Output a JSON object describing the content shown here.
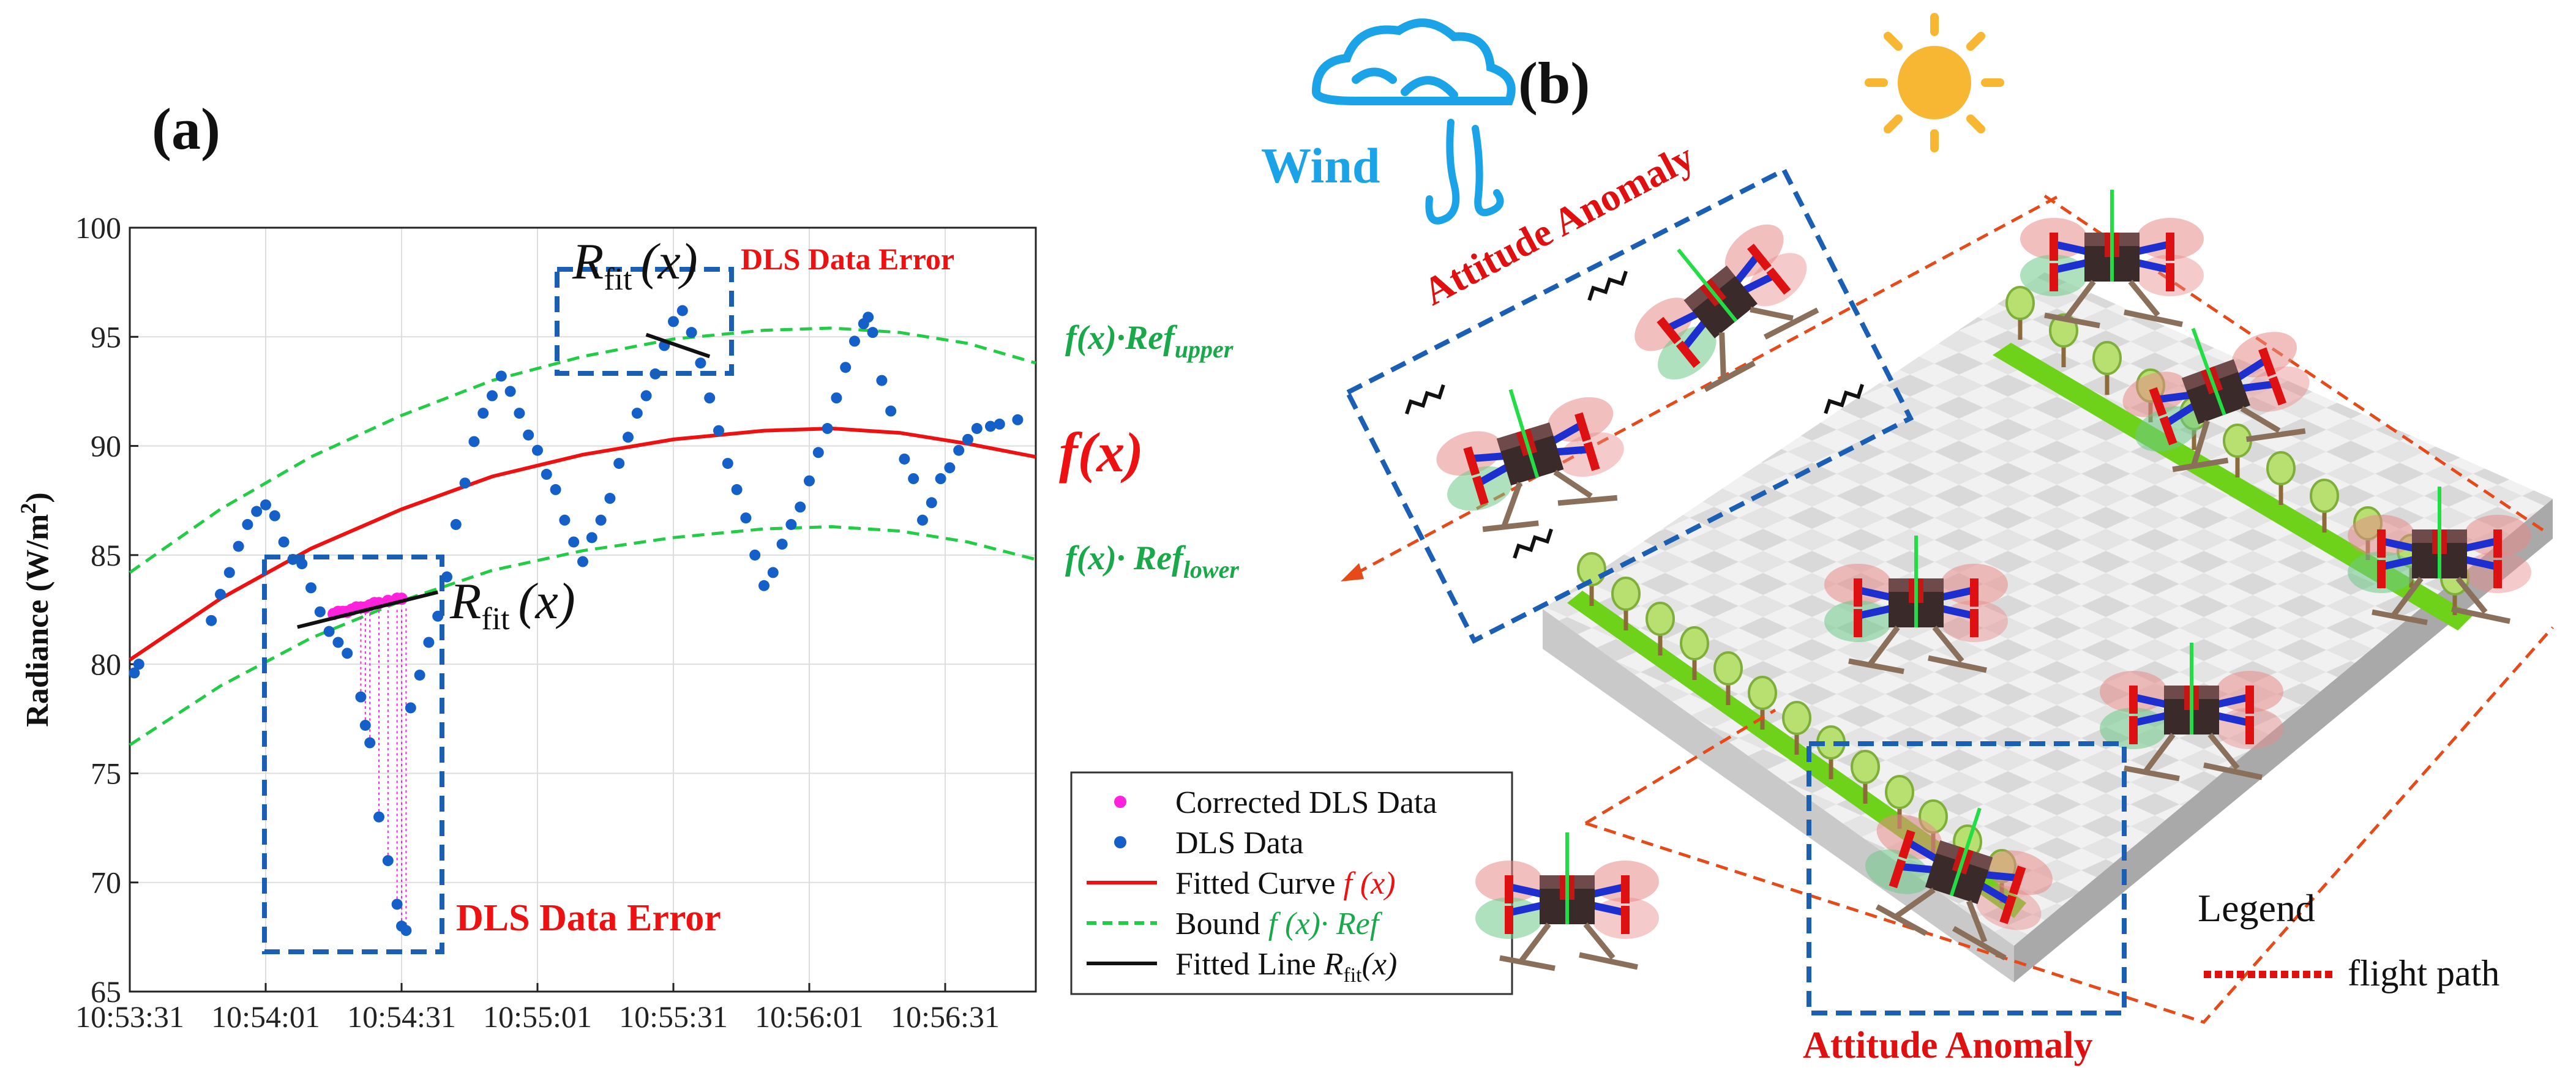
{
  "panel_a": {
    "panel_label": "(a)",
    "ylabel": "Radiance (W/m",
    "ylabel_sup": "2",
    "ylabel_close": ")",
    "annotations": {
      "dls_error_top": "DLS Data Error",
      "dls_error_bottom": "DLS Data Error",
      "rfit_R": "R",
      "rfit_sub": "fit",
      "rfit_arg": "(x)"
    },
    "curve_labels": {
      "fx": "f(x)",
      "upper_fx": "f(x)·",
      "upper_ref": "Ref",
      "upper_sub": "upper",
      "lower_fx": "f(x)· ",
      "lower_ref": "Ref",
      "lower_sub": "lower"
    },
    "legend": {
      "corrected": "Corrected DLS Data",
      "dls": "DLS Data",
      "fitted_prefix": "Fitted Curve ",
      "fitted_fx": "f (x)",
      "bound_prefix": "Bound ",
      "bound_fx": "f (x)· Ref",
      "line_prefix": "Fitted Line ",
      "line_R": "R",
      "line_sub": "fit",
      "line_arg": "(x)"
    },
    "colors": {
      "dls": "#1560c8",
      "corrected": "#ff22dd",
      "fitted": "#ee1111",
      "bound": "#22cc44",
      "box": "#1a5fb4",
      "error_text": "#ee1111",
      "bound_text": "#19a84a"
    }
  },
  "panel_b": {
    "panel_label": "(b)",
    "wind_label": "Wind",
    "attitude_top": "Attitude Anomaly",
    "attitude_bottom": "Attitude Anomaly",
    "legend_title": "Legend",
    "legend_item": "flight path",
    "colors": {
      "wind": "#1aa3e6",
      "sun": "#f7b733",
      "anomaly_text": "#e01010",
      "path": "#e64a19",
      "box": "#1a5fb4",
      "grass": "#6ed11a"
    },
    "icons": [
      "cloud-icon",
      "wind-icon",
      "sun-icon",
      "drone-icon",
      "tree-icon"
    ]
  },
  "chart_data": {
    "type": "scatter",
    "xlabel": "",
    "ylabel": "Radiance (W/m2)",
    "x_ticks": [
      "10:53:31",
      "10:54:01",
      "10:54:31",
      "10:55:01",
      "10:55:31",
      "10:56:01",
      "10:56:31"
    ],
    "x_tick_seconds": [
      0,
      30,
      60,
      90,
      120,
      150,
      180
    ],
    "xlim_seconds": [
      0,
      200
    ],
    "y_ticks": [
      65,
      70,
      75,
      80,
      85,
      90,
      95,
      100
    ],
    "ylim": [
      65,
      100
    ],
    "grid": true,
    "legend_placement": "bottom-right",
    "series": [
      {
        "name": "DLS Data",
        "style": "dots",
        "points": [
          [
            1,
            79.6
          ],
          [
            2,
            80.0
          ],
          [
            18,
            82.0
          ],
          [
            20,
            83.2
          ],
          [
            22,
            84.2
          ],
          [
            24,
            85.4
          ],
          [
            26,
            86.4
          ],
          [
            28,
            87.0
          ],
          [
            30,
            87.3
          ],
          [
            32,
            86.8
          ],
          [
            34,
            85.6
          ],
          [
            36,
            84.8
          ],
          [
            38,
            84.6
          ],
          [
            40,
            83.5
          ],
          [
            42,
            82.4
          ],
          [
            44,
            81.5
          ],
          [
            46,
            81.0
          ],
          [
            48,
            80.5
          ],
          [
            51,
            78.5
          ],
          [
            52,
            77.2
          ],
          [
            53,
            76.4
          ],
          [
            55,
            73.0
          ],
          [
            57,
            71.0
          ],
          [
            59,
            69.0
          ],
          [
            60,
            68.0
          ],
          [
            61,
            67.8
          ],
          [
            62,
            78.0
          ],
          [
            64,
            79.5
          ],
          [
            66,
            81.0
          ],
          [
            68,
            82.2
          ],
          [
            70,
            84.0
          ],
          [
            72,
            86.4
          ],
          [
            74,
            88.3
          ],
          [
            76,
            90.2
          ],
          [
            78,
            91.5
          ],
          [
            80,
            92.3
          ],
          [
            82,
            93.2
          ],
          [
            84,
            92.5
          ],
          [
            86,
            91.5
          ],
          [
            88,
            90.5
          ],
          [
            90,
            89.8
          ],
          [
            92,
            88.7
          ],
          [
            94,
            88.0
          ],
          [
            96,
            86.6
          ],
          [
            98,
            85.6
          ],
          [
            100,
            84.7
          ],
          [
            102,
            85.8
          ],
          [
            104,
            86.6
          ],
          [
            106,
            87.6
          ],
          [
            108,
            89.2
          ],
          [
            110,
            90.4
          ],
          [
            112,
            91.5
          ],
          [
            114,
            92.3
          ],
          [
            116,
            93.3
          ],
          [
            118,
            94.6
          ],
          [
            120,
            95.7
          ],
          [
            122,
            96.2
          ],
          [
            124,
            95.2
          ],
          [
            126,
            93.8
          ],
          [
            128,
            92.2
          ],
          [
            130,
            90.7
          ],
          [
            132,
            89.2
          ],
          [
            134,
            88.0
          ],
          [
            136,
            86.7
          ],
          [
            138,
            85.0
          ],
          [
            140,
            83.6
          ],
          [
            142,
            84.2
          ],
          [
            144,
            85.5
          ],
          [
            146,
            86.4
          ],
          [
            148,
            87.2
          ],
          [
            150,
            88.4
          ],
          [
            152,
            89.7
          ],
          [
            154,
            90.8
          ],
          [
            156,
            92.2
          ],
          [
            158,
            93.6
          ],
          [
            160,
            94.8
          ],
          [
            162,
            95.6
          ],
          [
            163,
            95.9
          ],
          [
            164,
            95.2
          ],
          [
            166,
            93.0
          ],
          [
            168,
            91.6
          ],
          [
            171,
            89.4
          ],
          [
            173,
            88.5
          ],
          [
            175,
            86.6
          ],
          [
            177,
            87.4
          ],
          [
            179,
            88.5
          ],
          [
            181,
            89.0
          ],
          [
            183,
            89.8
          ],
          [
            185,
            90.3
          ],
          [
            187,
            90.8
          ],
          [
            190,
            90.9
          ],
          [
            192,
            91.0
          ],
          [
            196,
            91.2
          ]
        ]
      },
      {
        "name": "Corrected DLS Data",
        "style": "magenta dots",
        "points": [
          [
            45,
            82.3
          ],
          [
            46,
            82.4
          ],
          [
            47,
            82.4
          ],
          [
            48,
            82.4
          ],
          [
            49,
            82.5
          ],
          [
            50,
            82.6
          ],
          [
            51,
            82.6
          ],
          [
            52,
            82.6
          ],
          [
            53,
            82.7
          ],
          [
            54,
            82.8
          ],
          [
            55,
            82.8
          ],
          [
            57,
            82.9
          ],
          [
            59,
            83.0
          ],
          [
            60,
            83.0
          ]
        ]
      },
      {
        "name": "Fitted Curve f(x)",
        "style": "solid red line",
        "points": [
          [
            0,
            80.2
          ],
          [
            20,
            83.0
          ],
          [
            40,
            85.3
          ],
          [
            60,
            87.1
          ],
          [
            80,
            88.6
          ],
          [
            100,
            89.6
          ],
          [
            120,
            90.3
          ],
          [
            140,
            90.7
          ],
          [
            155,
            90.8
          ],
          [
            170,
            90.6
          ],
          [
            185,
            90.1
          ],
          [
            200,
            89.5
          ]
        ]
      },
      {
        "name": "Bound f(x)·Ref (upper)",
        "style": "dashed green line",
        "points": [
          [
            0,
            84.2
          ],
          [
            20,
            87.1
          ],
          [
            40,
            89.5
          ],
          [
            60,
            91.4
          ],
          [
            80,
            93.0
          ],
          [
            100,
            94.1
          ],
          [
            120,
            94.9
          ],
          [
            140,
            95.3
          ],
          [
            155,
            95.4
          ],
          [
            170,
            95.2
          ],
          [
            185,
            94.7
          ],
          [
            200,
            93.8
          ]
        ]
      },
      {
        "name": "Bound f(x)·Ref (lower)",
        "style": "dashed green line",
        "points": [
          [
            0,
            76.3
          ],
          [
            20,
            79.0
          ],
          [
            40,
            81.2
          ],
          [
            60,
            82.9
          ],
          [
            80,
            84.3
          ],
          [
            100,
            85.2
          ],
          [
            120,
            85.8
          ],
          [
            140,
            86.2
          ],
          [
            155,
            86.3
          ],
          [
            170,
            86.1
          ],
          [
            185,
            85.6
          ],
          [
            200,
            84.8
          ]
        ]
      },
      {
        "name": "Fitted Line Rfit(x)",
        "style": "black line",
        "segments": [
          [
            [
              37,
              81.7
            ],
            [
              68,
              83.3
            ]
          ],
          [
            [
              114,
              95.1
            ],
            [
              128,
              94.1
            ]
          ]
        ]
      }
    ]
  }
}
